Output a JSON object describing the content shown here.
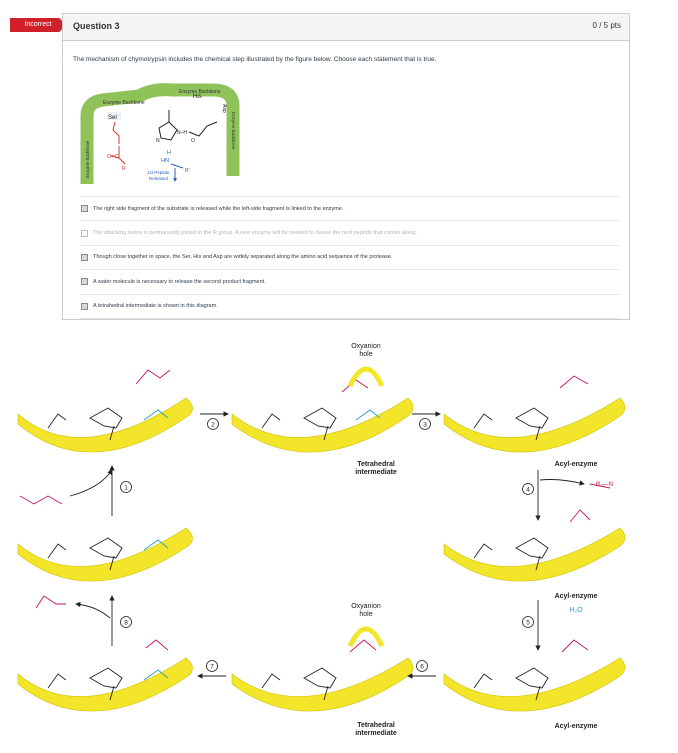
{
  "status_flag": "Incorrect",
  "question": {
    "title": "Question 3",
    "points": "0 / 5 pts",
    "text": "The mechanism of chymotrypsin includes the chemical step illustrated by the figure below.  Choose each statement that is true."
  },
  "figure": {
    "enzyme_backbone_top_left": "Enzyme Backbone",
    "enzyme_backbone_top_right": "Enzyme Backbone",
    "enzyme_backbone_left": "Enzyme Backbone",
    "enzyme_backbone_right": "Enzyme Backbone",
    "his_label": "His",
    "ser_label": "Ser",
    "asp_label": "Asp",
    "peptide_label_1": "1st Peptide",
    "peptide_label_2": "Released",
    "r_label": "R",
    "r_prime_label": "R'",
    "hn_label": "HN",
    "h_label": "H"
  },
  "answers": [
    {
      "text": "The right side fragment of the substrate is released while the left-side fragment is linked to the enzyme.",
      "checked": true
    },
    {
      "text": "The attacking serine is permanently joined to the R group. A new enzyme will be needed to cleave the next peptide that comes along.",
      "checked": false
    },
    {
      "text": "Though close together in space, the Ser, His and Asp are widely separated along the amino acid sequence of the protease.",
      "checked": true
    },
    {
      "text": "A water molecule is necessary to release the second product fragment.",
      "checked": true
    },
    {
      "text": "A tetrahedral intermediate is shown in this diagram.",
      "checked": true
    }
  ],
  "mechanism": {
    "oxyanion_hole_1a": "Oxyanion",
    "oxyanion_hole_1b": "hole",
    "oxyanion_hole_2a": "Oxyanion",
    "oxyanion_hole_2b": "hole",
    "tetrahedral_1a": "Tetrahedral",
    "tetrahedral_1b": "intermediate",
    "tetrahedral_2a": "Tetrahedral",
    "tetrahedral_2b": "intermediate",
    "acyl_enzyme_1": "Acyl-enzyme",
    "acyl_enzyme_2": "Acyl-enzyme",
    "acyl_enzyme_3": "Acyl-enzyme",
    "water": "H₂O",
    "released_amine": "R₂—N",
    "steps": [
      "1",
      "2",
      "3",
      "4",
      "5",
      "6",
      "7",
      "8"
    ]
  }
}
